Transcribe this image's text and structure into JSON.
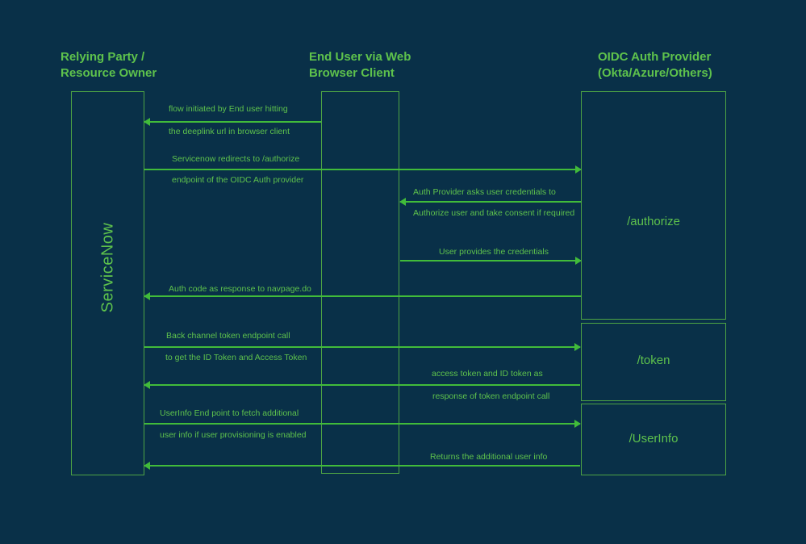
{
  "diagram": {
    "type": "oidc-auth-sequence",
    "colors": {
      "background": "#093048",
      "text_green": "#5ec24c",
      "border_green": "#4da344",
      "arrow_green": "#41bb3a"
    },
    "actors": [
      {
        "id": "relying-party",
        "title_line1": "Relying Party /",
        "title_line2": "Resource Owner",
        "box_label": "ServiceNow"
      },
      {
        "id": "end-user",
        "title_line1": "End User via Web",
        "title_line2": "Browser Client"
      },
      {
        "id": "oidc-provider",
        "title_line1": "OIDC Auth Provider",
        "title_line2": "(Okta/Azure/Others)",
        "endpoints": [
          "/authorize",
          "/token",
          "/UserInfo"
        ]
      }
    ],
    "messages": [
      {
        "direction": "left",
        "from": "end-user",
        "to": "relying-party",
        "line1": "flow initiated by End user hitting",
        "line2": "the deeplink url in browser client"
      },
      {
        "direction": "right",
        "from": "relying-party",
        "to": "oidc-provider",
        "line1": "Servicenow redirects to /authorize",
        "line2": "endpoint of the OIDC Auth provider"
      },
      {
        "direction": "left",
        "from": "oidc-provider",
        "to": "end-user",
        "line1": "Auth Provider asks user credentials to",
        "line2": "Authorize user and take consent if required"
      },
      {
        "direction": "right",
        "from": "end-user",
        "to": "oidc-provider",
        "line1": "User provides the credentials"
      },
      {
        "direction": "left",
        "from": "oidc-provider",
        "to": "relying-party",
        "line1": "Auth code as response to navpage.do"
      },
      {
        "direction": "right",
        "from": "relying-party",
        "to": "oidc-provider",
        "line1": "Back channel token endpoint call",
        "line2": "to get the ID Token and Access Token"
      },
      {
        "direction": "left",
        "from": "oidc-provider",
        "to": "relying-party",
        "line1": "access token and ID token as",
        "line2": "response of token endpoint call"
      },
      {
        "direction": "right",
        "from": "relying-party",
        "to": "oidc-provider",
        "line1": "UserInfo End point to fetch additional",
        "line2": "user info if user provisioning is enabled"
      },
      {
        "direction": "left",
        "from": "oidc-provider",
        "to": "relying-party",
        "line1": "Returns the additional user info"
      }
    ]
  }
}
